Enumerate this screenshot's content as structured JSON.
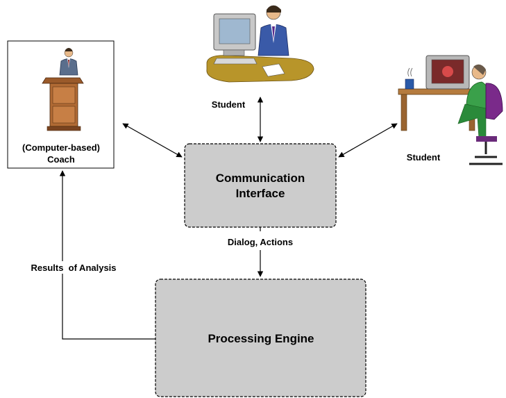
{
  "nodes": {
    "coach": {
      "label_line1": "(Computer-based)",
      "label_line2": "Coach"
    },
    "student_top": {
      "label": "Student"
    },
    "student_right": {
      "label": "Student"
    },
    "communication_interface": {
      "label_line1": "Communication",
      "label_line2": "Interface"
    },
    "processing_engine": {
      "label": "Processing Engine"
    }
  },
  "edges": {
    "interface_to_engine": {
      "label": "Dialog, Actions"
    },
    "engine_to_coach": {
      "label": "Results  of Analysis"
    }
  },
  "colors": {
    "box_fill": "#cccccc",
    "stroke": "#000000",
    "background": "#ffffff"
  }
}
